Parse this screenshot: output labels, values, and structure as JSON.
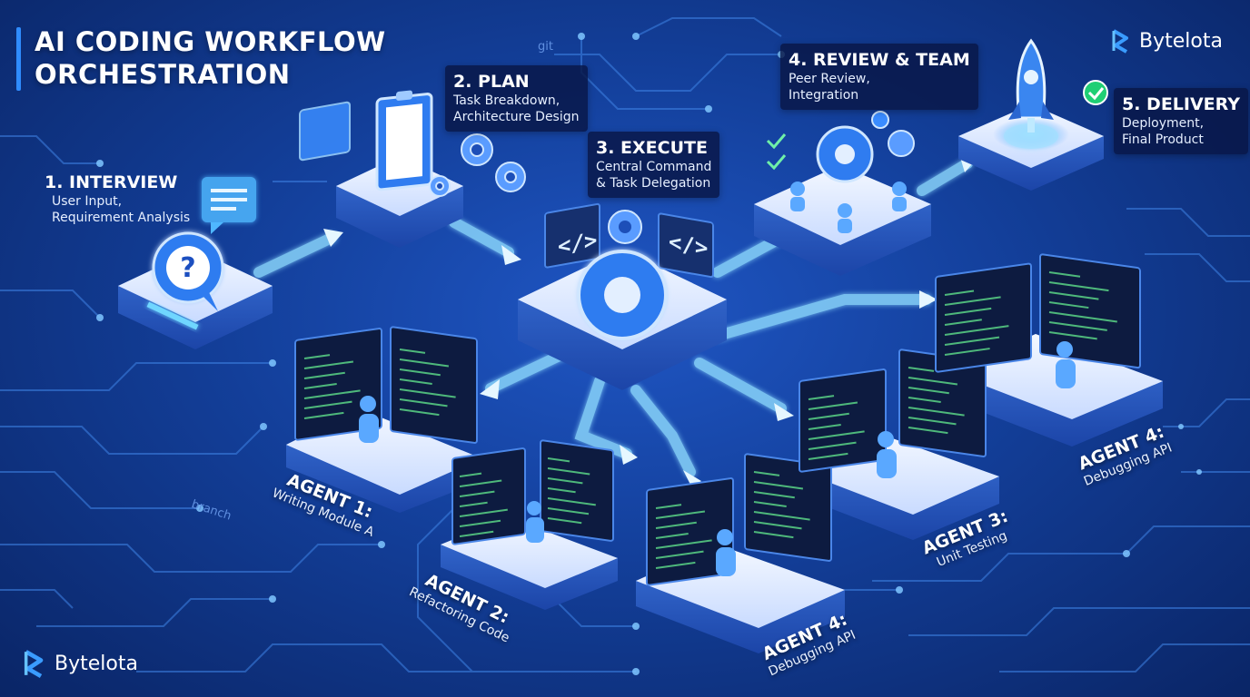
{
  "title": {
    "line1": "AI CODING WORKFLOW",
    "line2": "ORCHESTRATION"
  },
  "brand": {
    "name": "Bytelota",
    "accent": "#2f8cff"
  },
  "stages": [
    {
      "id": "interview",
      "heading": "1. INTERVIEW",
      "line1": "User Input,",
      "line2": "Requirement Analysis"
    },
    {
      "id": "plan",
      "heading": "2. PLAN",
      "line1": "Task Breakdown,",
      "line2": "Architecture Design"
    },
    {
      "id": "execute",
      "heading": "3. EXECUTE",
      "line1": "Central Command",
      "line2": "& Task Delegation"
    },
    {
      "id": "review",
      "heading": "4. REVIEW & TEAM",
      "line1": "Peer Review,",
      "line2": "Integration"
    },
    {
      "id": "delivery",
      "heading": "5. DELIVERY",
      "line1": "Deployment,",
      "line2": "Final Product"
    }
  ],
  "agents": [
    {
      "heading": "AGENT 1:",
      "task": "Writing Module A"
    },
    {
      "heading": "AGENT 2:",
      "task": "Refactoring Code"
    },
    {
      "heading": "AGENT 4:",
      "task": "Debugging API"
    },
    {
      "heading": "AGENT 3:",
      "task": "Unit Testing"
    },
    {
      "heading": "AGENT 4:",
      "task": "Debugging API"
    }
  ],
  "decor": {
    "git": "git",
    "branch": "branch",
    "code_glyph": "</>"
  },
  "colors": {
    "glow": "#49b6ff",
    "platform_top": "#e8f0ff",
    "platform_side": "#2e62c8",
    "screen": "#0d1b40",
    "code": "#5fe08a"
  }
}
